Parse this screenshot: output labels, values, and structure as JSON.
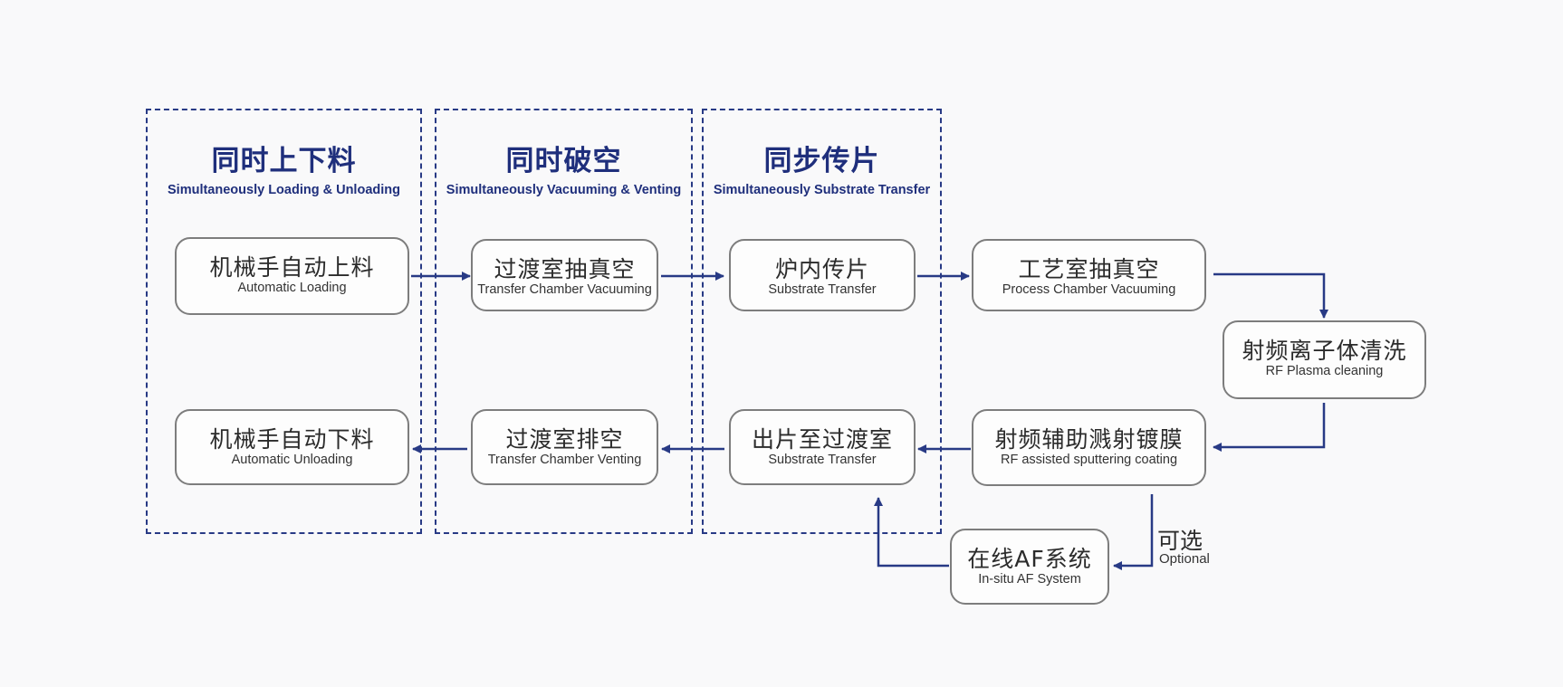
{
  "groups": {
    "loading": {
      "title": "同时上下料",
      "subtitle": "Simultaneously Loading & Unloading"
    },
    "venting": {
      "title": "同时破空",
      "subtitle": "Simultaneously Vacuuming & Venting"
    },
    "transfer": {
      "title": "同步传片",
      "subtitle": "Simultaneously Substrate Transfer"
    }
  },
  "steps": {
    "auto_loading": {
      "zh": "机械手自动上料",
      "en": "Automatic Loading"
    },
    "transfer_vacuum": {
      "zh": "过渡室抽真空",
      "en": "Transfer Chamber Vacuuming"
    },
    "substrate_transfer_in": {
      "zh": "炉内传片",
      "en": "Substrate Transfer"
    },
    "process_vacuum": {
      "zh": "工艺室抽真空",
      "en": "Process Chamber Vacuuming"
    },
    "rf_plasma": {
      "zh": "射频离子体清洗",
      "en": "RF Plasma cleaning"
    },
    "rf_sputtering": {
      "zh": "射频辅助溅射镀膜",
      "en": "RF assisted sputtering coating"
    },
    "substrate_transfer_out": {
      "zh": "出片至过渡室",
      "en": "Substrate Transfer"
    },
    "transfer_venting": {
      "zh": "过渡室排空",
      "en": "Transfer Chamber Venting"
    },
    "auto_unloading": {
      "zh": "机械手自动下料",
      "en": "Automatic Unloading"
    },
    "af_system": {
      "zh": "在线AF系统",
      "en": "In-situ AF System"
    }
  },
  "optional_label": {
    "zh": "可选",
    "en": "Optional"
  },
  "colors": {
    "accent": "#1f2f7c",
    "box_border": "#7d7d7d",
    "arrow": "#283a85"
  }
}
